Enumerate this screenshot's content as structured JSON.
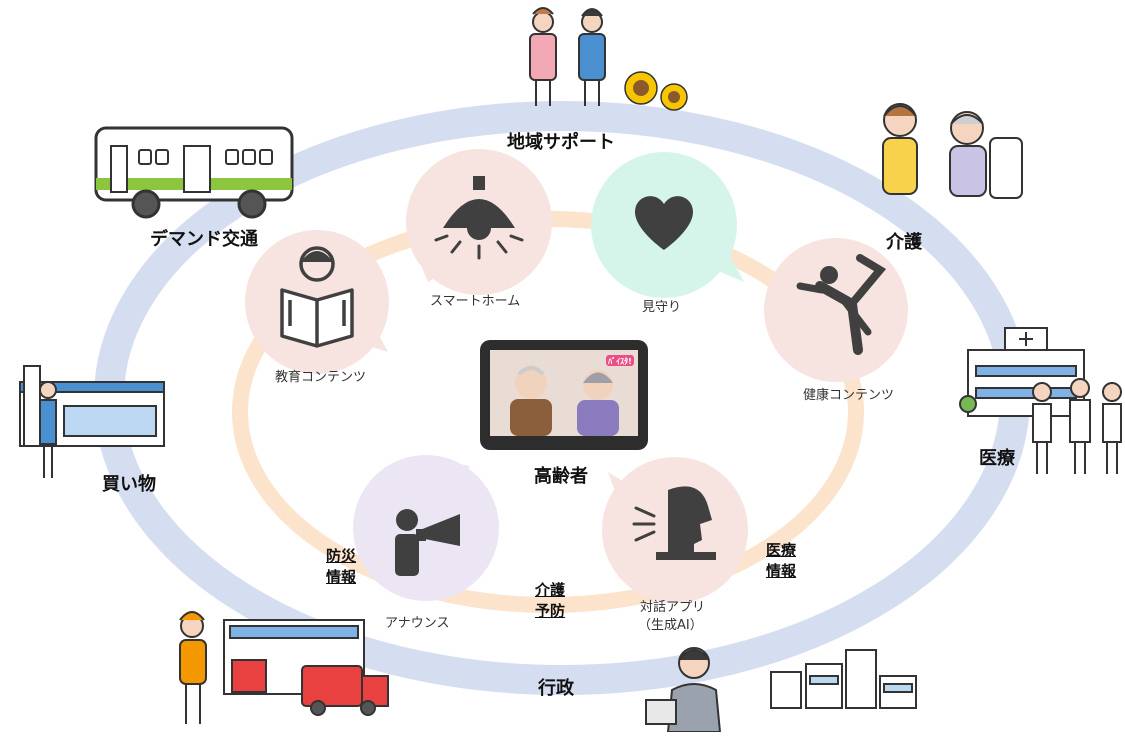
{
  "center": {
    "label": "高齢者",
    "screen_text": "ﾊﾟｲｽﾀ!"
  },
  "inner_services": [
    {
      "id": "smart_home",
      "label": "スマートホーム",
      "icon": "ceiling-lamp-icon"
    },
    {
      "id": "watch",
      "label": "見守り",
      "icon": "heart-icon"
    },
    {
      "id": "education",
      "label": "教育コンテンツ",
      "icon": "reading-person-icon"
    },
    {
      "id": "health",
      "label": "健康コンテンツ",
      "icon": "yoga-pose-icon"
    },
    {
      "id": "announce",
      "label": "アナウンス",
      "icon": "megaphone-icon"
    },
    {
      "id": "dialog",
      "label": "対話アプリ",
      "label2": "（生成AI）",
      "icon": "speaking-head-icon"
    }
  ],
  "outer_labels": {
    "community_support": "地域サポート",
    "care": "介護",
    "medical": "医療",
    "shopping": "買い物",
    "demand_transport": "デマンド交通",
    "administration": "行政"
  },
  "info_labels": {
    "disaster_info": [
      "防災",
      "情報"
    ],
    "care_prevention": [
      "介護",
      "予防"
    ],
    "medical_info": [
      "医療",
      "情報"
    ]
  },
  "colors": {
    "outer_ring": "#d5ddf1",
    "inner_ring": "#fbe3cc",
    "bubble_pink": "#f7e3df",
    "bubble_mint": "#d6f5ea",
    "bubble_lavender": "#ece6f4",
    "icon_dark": "#404040",
    "bus_green": "#8cc63f"
  }
}
